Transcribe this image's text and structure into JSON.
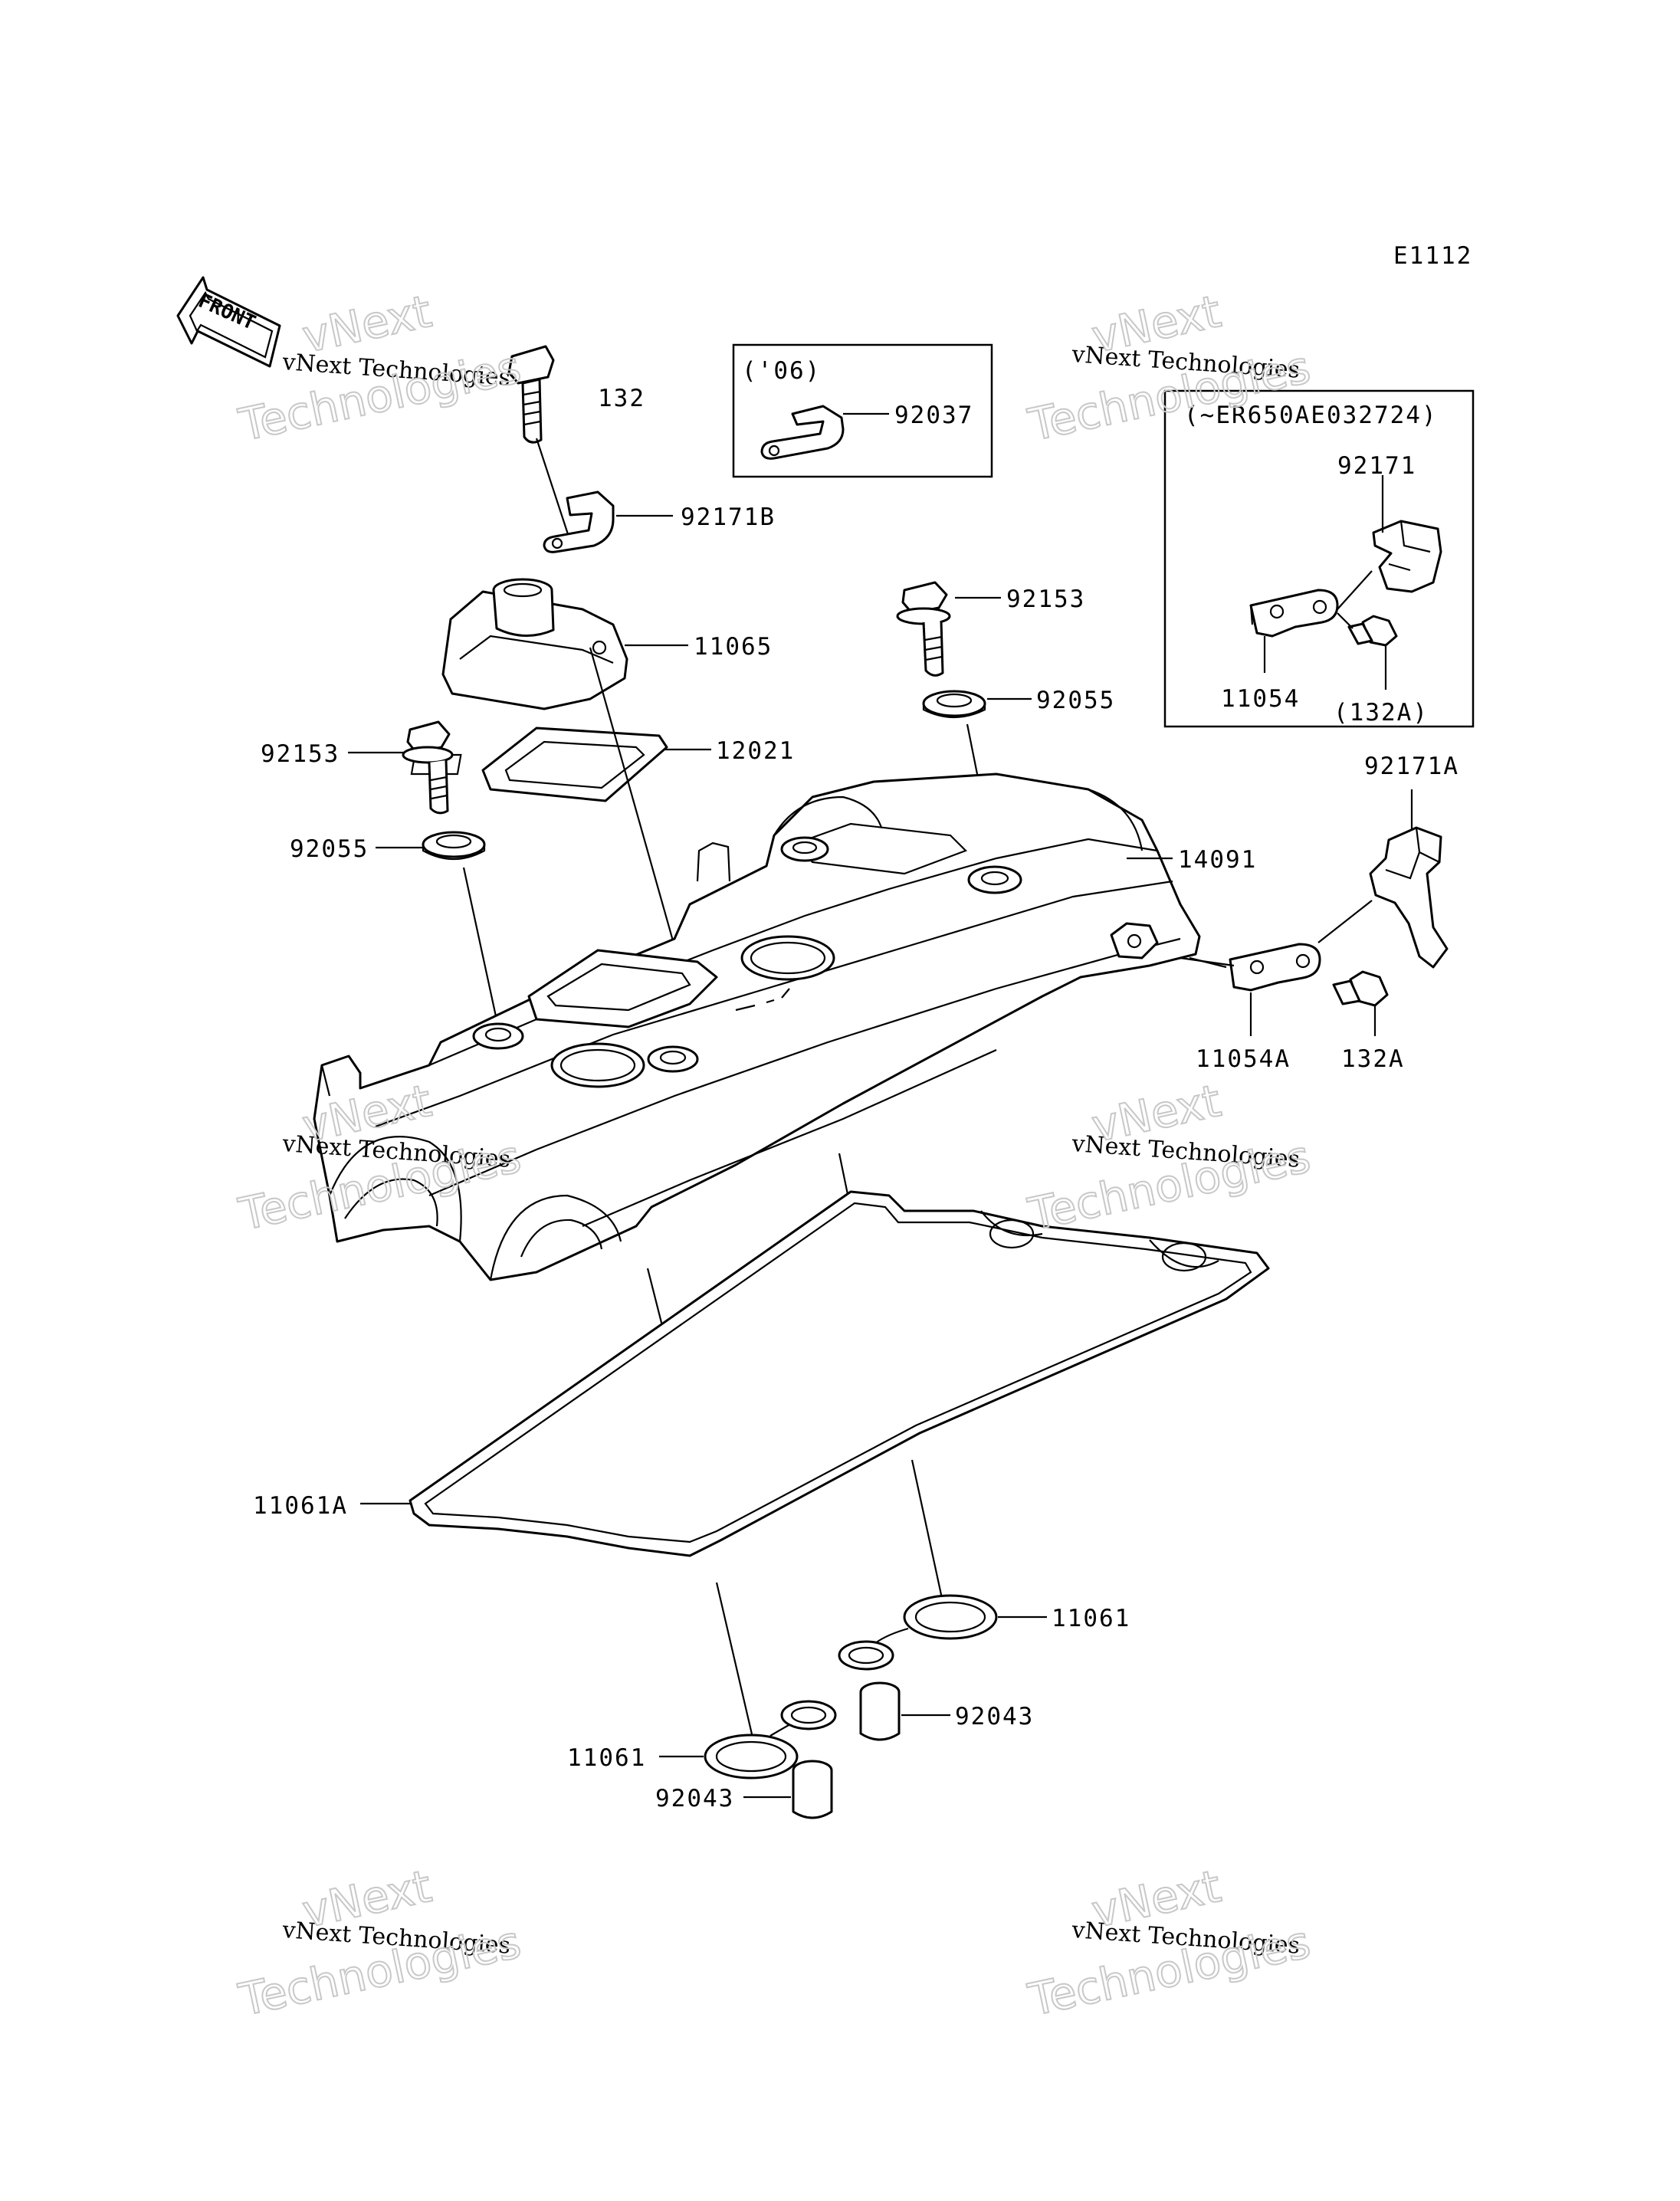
{
  "diagram_code": "E1112",
  "front_marker": "FRONT",
  "watermark": {
    "line1": "vNext Technologies",
    "line2": "vNext",
    "line3": "Technologies"
  },
  "boxes": {
    "box_06": {
      "caption": "('06)"
    },
    "box_er650": {
      "caption": "(~ER650AE032724)"
    }
  },
  "callouts": {
    "p132": "132",
    "p92171B": "92171B",
    "p11065": "11065",
    "p92153_r": "92153",
    "p92055_r": "92055",
    "p92153_l": "92153",
    "p12021": "12021",
    "p92055_l": "92055",
    "p14091": "14091",
    "p92037": "92037",
    "p92171": "92171",
    "p11054": "11054",
    "p132A_box": "(132A)",
    "p92171A": "92171A",
    "p11054A": "11054A",
    "p132A": "132A",
    "p11061A": "11061A",
    "p11061_r": "11061",
    "p92043_r": "92043",
    "p11061_l": "11061",
    "p92043_l": "92043"
  }
}
